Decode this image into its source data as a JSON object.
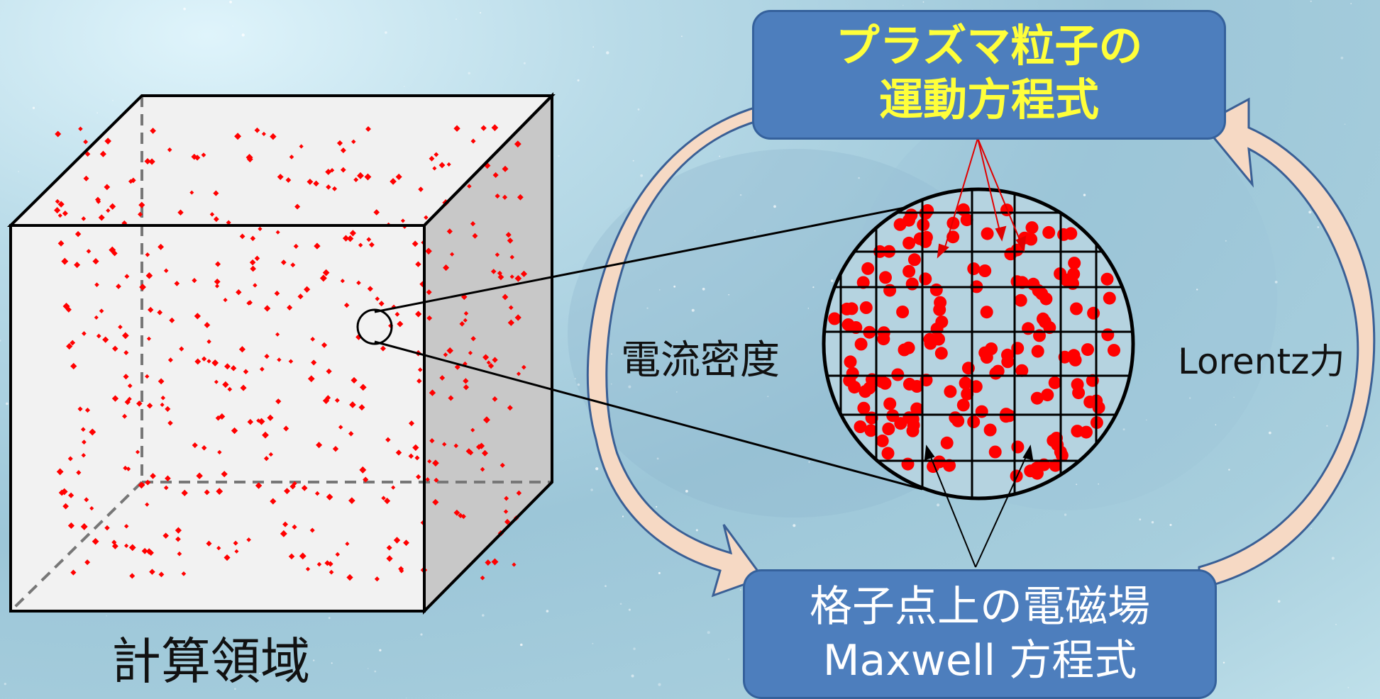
{
  "top_box": {
    "line1": "プラズマ粒子の",
    "line2": "運動方程式"
  },
  "bottom_box": {
    "line1": "格子点上の電磁場",
    "line2": "Maxwell 方程式"
  },
  "left_arrow_label": "電流密度",
  "right_arrow_label": "Lorentz力",
  "cube_label": "計算領域",
  "colors": {
    "box_fill": "#4d7ebd",
    "top_text": "#ffff3a",
    "bottom_text": "#ffffff",
    "particle": "#ff0000",
    "arrow_fill": "#f6d9c4",
    "arrow_stroke": "#3a5f95"
  }
}
